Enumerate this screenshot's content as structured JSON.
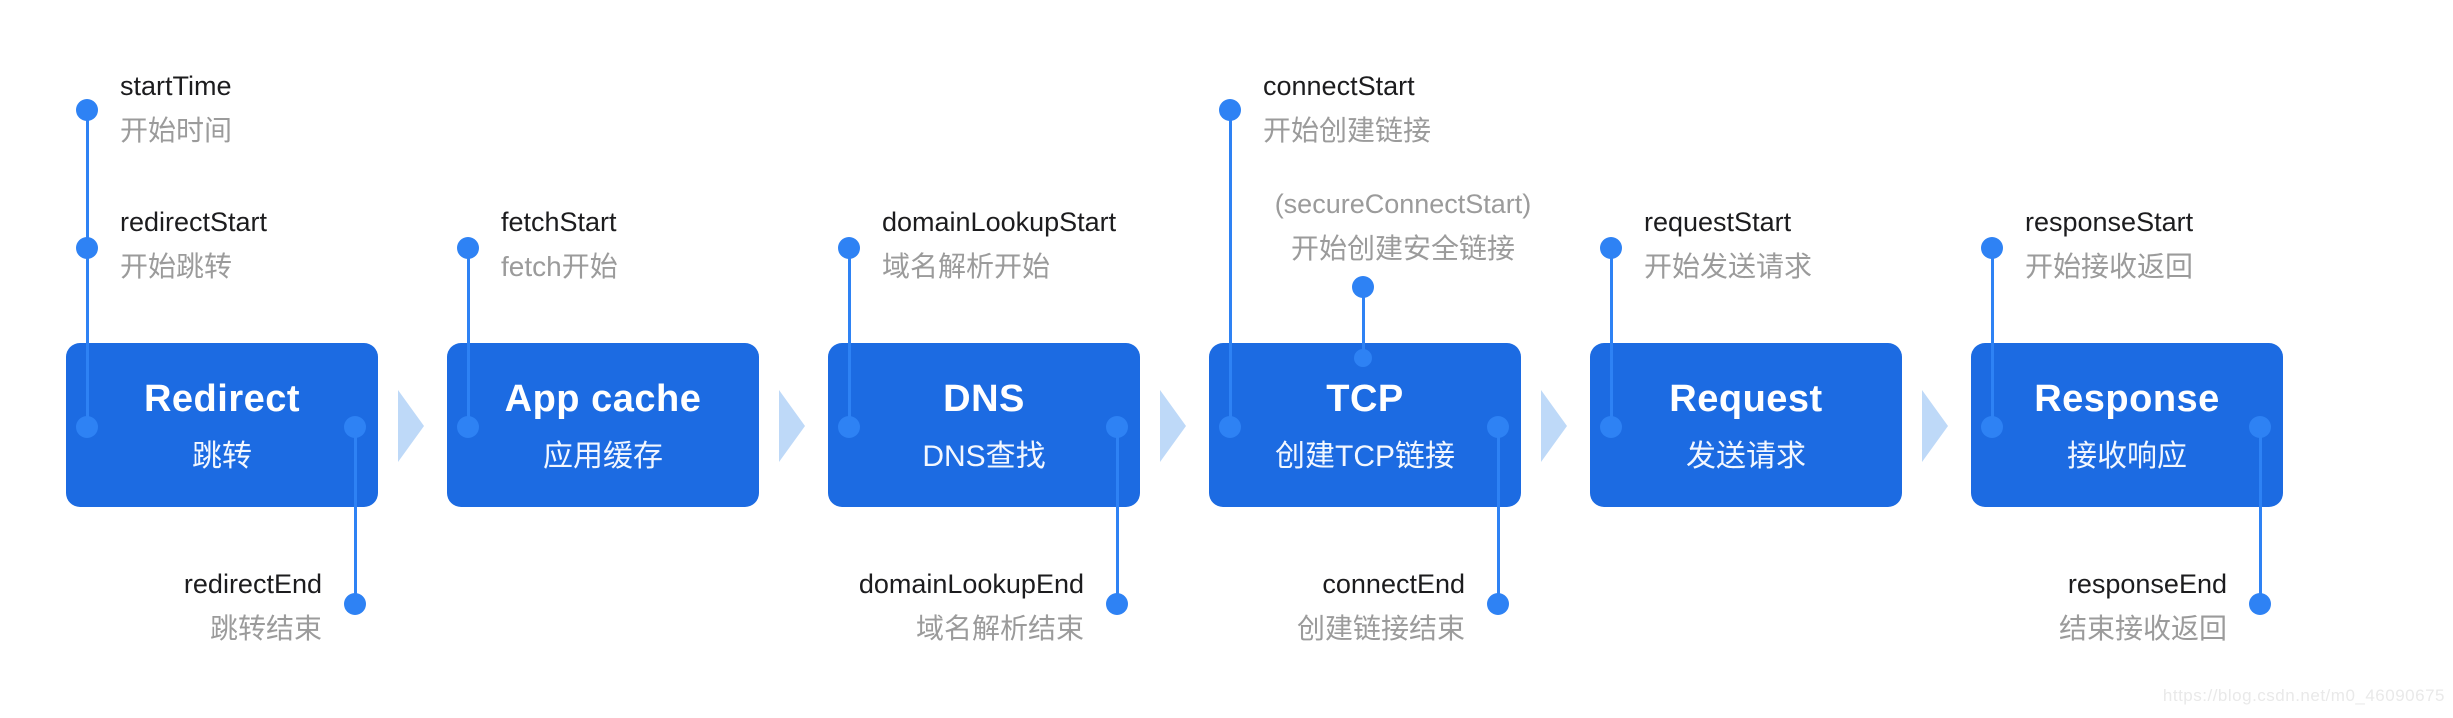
{
  "diagram": {
    "description_note": "browser navigation timing flow",
    "watermark": "https://blog.csdn.net/m0_46090675"
  },
  "colors": {
    "block_blue": "#1c6be2",
    "accent_blue": "#2e82f4",
    "arrow_light_blue": "#bed9f8",
    "label_dark": "#1c1c1e",
    "label_gray": "#9b9b9b",
    "watermark_gray": "#e9e9e9"
  },
  "stages": [
    {
      "title": "Redirect",
      "subtitle": "跳转"
    },
    {
      "title": "App cache",
      "subtitle": "应用缓存"
    },
    {
      "title": "DNS",
      "subtitle": "DNS查找"
    },
    {
      "title": "TCP",
      "subtitle": "创建TCP链接"
    },
    {
      "title": "Request",
      "subtitle": "发送请求"
    },
    {
      "title": "Response",
      "subtitle": "接收响应"
    }
  ],
  "markers_top": [
    {
      "label": "startTime",
      "sublabel": "开始时间"
    },
    {
      "label": "redirectStart",
      "sublabel": "开始跳转"
    },
    {
      "label": "fetchStart",
      "sublabel": "fetch开始"
    },
    {
      "label": "domainLookupStart",
      "sublabel": "域名解析开始"
    },
    {
      "label": "connectStart",
      "sublabel": "开始创建链接"
    },
    {
      "label": "(secureConnectStart)",
      "sublabel": "开始创建安全链接"
    },
    {
      "label": "requestStart",
      "sublabel": "开始发送请求"
    },
    {
      "label": "responseStart",
      "sublabel": "开始接收返回"
    }
  ],
  "markers_bottom": [
    {
      "label": "redirectEnd",
      "sublabel": "跳转结束"
    },
    {
      "label": "domainLookupEnd",
      "sublabel": "域名解析结束"
    },
    {
      "label": "connectEnd",
      "sublabel": "创建链接结束"
    },
    {
      "label": "responseEnd",
      "sublabel": "结束接收返回"
    }
  ]
}
